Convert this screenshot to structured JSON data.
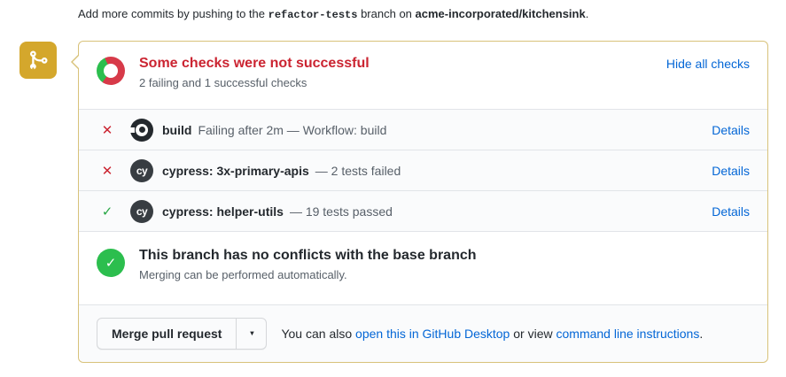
{
  "top_note": {
    "prefix": "Add more commits by pushing to the",
    "branch": "refactor-tests",
    "middle": "branch on",
    "repo": "acme-incorporated/kitchensink",
    "suffix": "."
  },
  "checks_summary": {
    "title": "Some checks were not successful",
    "subtitle": "2 failing and 1 successful checks",
    "failing_count": 2,
    "successful_count": 1,
    "hide_all_label": "Hide all checks"
  },
  "checks": [
    {
      "status": "failing",
      "ci_app": "circleci",
      "name": "build",
      "description": "Failing after 2m — Workflow: build",
      "details_label": "Details"
    },
    {
      "status": "failing",
      "ci_app": "cypress",
      "name": "cypress: 3x-primary-apis",
      "description": "— 2 tests failed",
      "details_label": "Details"
    },
    {
      "status": "passing",
      "ci_app": "cypress",
      "name": "cypress: helper-utils",
      "description": "— 19 tests passed",
      "details_label": "Details"
    }
  ],
  "mergeability": {
    "title": "This branch has no conflicts with the base branch",
    "subtitle": "Merging can be performed automatically."
  },
  "actions": {
    "merge_button_label": "Merge pull request",
    "also_text": "You can also",
    "desktop_link_label": "open this in GitHub Desktop",
    "or_view_text": "or view",
    "cli_link_label": "command line instructions",
    "period": "."
  },
  "glyphs": {
    "x": "✕",
    "check": "✓",
    "caret_down": "▼",
    "cypress_badge": "cy"
  },
  "colors": {
    "accent_gold": "#d4a72c",
    "box_border": "#d8c27a",
    "danger_red": "#cb2431",
    "donut_red": "#d73a49",
    "success_green": "#2cbe4e",
    "check_green": "#28a745",
    "link_blue": "#0366d6",
    "muted_text": "#586069",
    "dark_text": "#24292e",
    "row_bg": "#fafbfc",
    "divider": "#e1e4e8"
  }
}
